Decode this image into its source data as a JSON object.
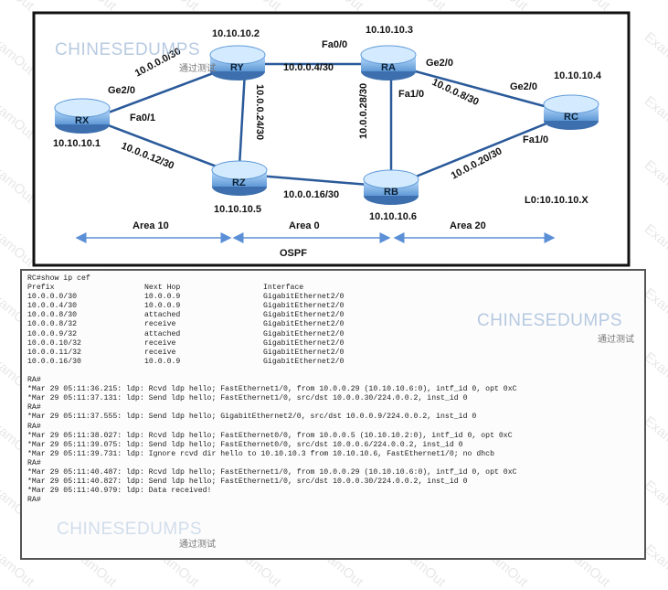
{
  "routers": [
    {
      "name": "RX",
      "ip": "10.10.10.1"
    },
    {
      "name": "RY",
      "ip": "10.10.10.2"
    },
    {
      "name": "RA",
      "ip": "10.10.10.3"
    },
    {
      "name": "RC",
      "ip": "10.10.10.4"
    },
    {
      "name": "RZ",
      "ip": "10.10.10.5"
    },
    {
      "name": "RB",
      "ip": "10.10.10.6"
    }
  ],
  "links": [
    {
      "subnet": "10.0.0.0/30",
      "interface": "Ge2/0"
    },
    {
      "subnet": "10.0.0.12/30",
      "interface": "Fa0/1"
    },
    {
      "subnet": "10.0.0.4/30",
      "interface": "Fa0/0"
    },
    {
      "subnet": "10.0.0.24/30"
    },
    {
      "subnet": "10.0.0.28/30",
      "interface": "Fa1/0"
    },
    {
      "subnet": "10.0.0.8/30",
      "interface": "Ge2/0",
      "interface2": "Ge2/0"
    },
    {
      "subnet": "10.0.0.16/30"
    },
    {
      "subnet": "10.0.0.20/30",
      "interface": "Fa1/0"
    }
  ],
  "loopback_note": "L0:10.10.10.X",
  "areas": [
    "Area 10",
    "Area 0",
    "Area 20"
  ],
  "protocol_label": "OSPF",
  "cli": {
    "command": "RC#show ip cef",
    "headers": [
      "Prefix",
      "Next Hop",
      "Interface"
    ],
    "cef_rows": [
      [
        "10.0.0.0/30",
        "10.0.0.9",
        "GigabitEthernet2/0"
      ],
      [
        "10.0.0.4/30",
        "10.0.0.9",
        "GigabitEthernet2/0"
      ],
      [
        "10.0.0.8/30",
        "attached",
        "GigabitEthernet2/0"
      ],
      [
        "10.0.0.8/32",
        "receive",
        "GigabitEthernet2/0"
      ],
      [
        "10.0.0.9/32",
        "attached",
        "GigabitEthernet2/0"
      ],
      [
        "10.0.0.10/32",
        "receive",
        "GigabitEthernet2/0"
      ],
      [
        "10.0.0.11/32",
        "receive",
        "GigabitEthernet2/0"
      ],
      [
        "10.0.0.16/30",
        "10.0.0.9",
        "GigabitEthernet2/0"
      ]
    ],
    "log_lines": [
      "RA#",
      "*Mar 29 05:11:36.215: ldp: Rcvd ldp hello; FastEthernet1/0, from 10.0.0.29 (10.10.10.6:0), intf_id 0, opt 0xC",
      "*Mar 29 05:11:37.131: ldp: Send ldp hello; FastEthernet1/0, src/dst 10.0.0.30/224.0.0.2, inst_id 0",
      "RA#",
      "*Mar 29 05:11:37.555: ldp: Send ldp hello; GigabitEthernet2/0, src/dst 10.0.0.9/224.0.0.2, inst_id 0",
      "RA#",
      "*Mar 29 05:11:38.027: ldp: Rcvd ldp hello; FastEthernet0/0, from 10.0.0.5 (10.10.10.2:0), intf_id 0, opt 0xC",
      "*Mar 29 05:11:39.075: ldp: Send ldp hello; FastEthernet0/0, src/dst 10.0.0.6/224.0.0.2, inst_id 0",
      "*Mar 29 05:11:39.731: ldp: Ignore rcvd dir hello to 10.10.10.3 from 10.10.10.6, FastEthernet1/0; no dhcb",
      "RA#",
      "*Mar 29 05:11:40.487: ldp: Rcvd ldp hello; FastEthernet1/0, from 10.0.0.29 (10.10.10.6:0), intf_id 0, opt 0xC",
      "*Mar 29 05:11:40.827: ldp: Send ldp hello; FastEthernet1/0, src/dst 10.0.0.30/224.0.0.2, inst_id 0",
      "*Mar 29 05:11:40.979: ldp: Data received!",
      "RA#"
    ]
  },
  "watermark": {
    "brand": "CHINESEDUMPS",
    "sub": "通过测试",
    "tile": "ExamOut"
  }
}
